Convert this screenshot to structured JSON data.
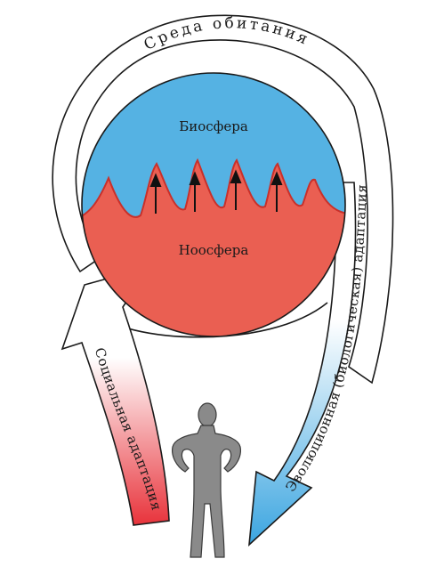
{
  "labels": {
    "habitat": "Среда обитания",
    "biosphere": "Биосфера",
    "noosphere": "Ноосфера",
    "social_adaptation": "Социальная адаптация",
    "evolutionary_adaptation": "Эволюционная (биологическая) адаптация"
  },
  "colors": {
    "biosphere": "#55b2e3",
    "noosphere": "#ea5f52",
    "noosphere_edge": "#c9302a",
    "outline": "#1a1a1a",
    "human_figure": "#8a8a8a",
    "social_arrow_top": "#ffffff",
    "social_arrow_bottom": "#e8333b",
    "evolution_arrow_top": "#ffffff",
    "evolution_arrow_bottom": "#3ba5e0"
  },
  "icons": {
    "up_arrows": [
      "up-arrow-icon",
      "up-arrow-icon",
      "up-arrow-icon",
      "up-arrow-icon"
    ],
    "figure": "human-figure-icon"
  }
}
